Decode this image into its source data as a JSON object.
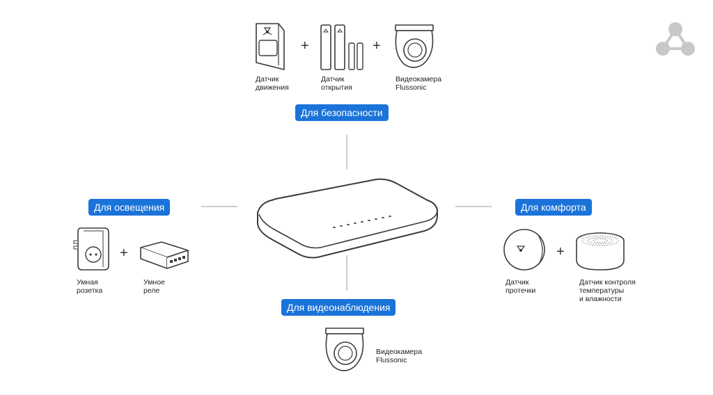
{
  "categories": {
    "security": "Для безопасности",
    "lighting": "Для освещения",
    "comfort": "Для комфорта",
    "video": "Для видеонаблюдения"
  },
  "devices": {
    "motion_sensor": {
      "line1": "Датчик",
      "line2": "движения"
    },
    "door_sensor": {
      "line1": "Датчик",
      "line2": "открытия"
    },
    "camera_top": {
      "line1": "Видеокамера",
      "line2": "Flussonic"
    },
    "smart_plug": {
      "line1": "Умная",
      "line2": "розетка"
    },
    "smart_relay": {
      "line1": "Умное",
      "line2": "реле"
    },
    "leak_sensor": {
      "line1": "Датчик",
      "line2": "протечки"
    },
    "climate_sensor": {
      "line1": "Датчик контроля",
      "line2": "температуры",
      "line3": "и влажности"
    },
    "camera_bottom": {
      "line1": "Видеокамера",
      "line2": "Flussonic"
    }
  },
  "plus_sign": "+",
  "icons": {
    "logo": "network-logo-icon",
    "hub": "smart-hub-icon"
  },
  "colors": {
    "accent": "#1a73d9",
    "stroke": "#3a3a3a",
    "connector": "#9a9a9a",
    "logo": "#c8c8c8"
  }
}
